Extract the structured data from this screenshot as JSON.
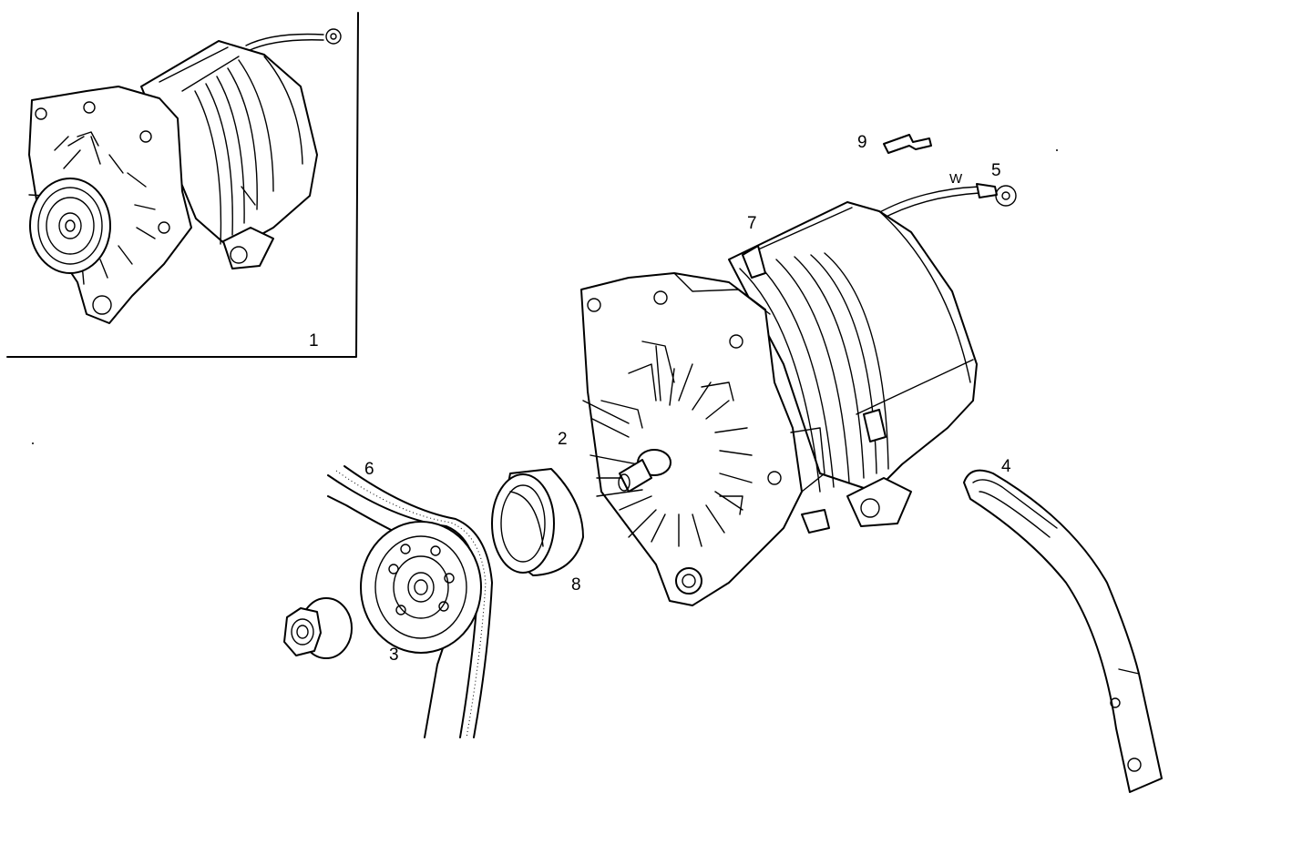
{
  "callouts": {
    "c1": "1",
    "c2": "2",
    "c3": "3",
    "c4": "4",
    "c5": "5",
    "c6": "6",
    "c7": "7",
    "c8": "8",
    "c9": "9",
    "w": "W"
  }
}
